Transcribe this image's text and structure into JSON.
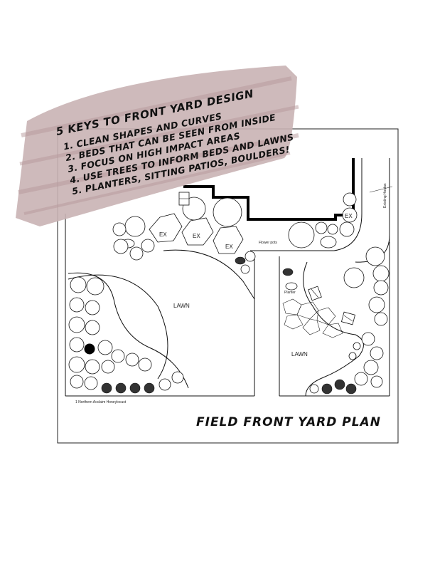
{
  "notes": {
    "title": "5 KEYS TO FRONT YARD DESIGN",
    "items": [
      "1. CLEAN SHAPES AND CURVES",
      "2. BEDS THAT CAN BE SEEN FROM INSIDE",
      "3. FOCUS ON HIGH IMPACT AREAS",
      "4. USE TREES TO INFORM BEDS AND LAWNS",
      "5. PLANTERS, SITTING PATIOS, BOULDERS!"
    ],
    "highlight_color": "#c9b2b4"
  },
  "plan": {
    "title": "FIELD FRONT YARD PLAN",
    "lawn_left": "LAWN",
    "lawn_right": "LAWN",
    "existing_tag": "EX",
    "flower_pots": "Flower pots",
    "planter_label": "Planter",
    "tree_label": "1 Northern Acclaim Honeylocust",
    "street_label": "Existing Hostas"
  }
}
